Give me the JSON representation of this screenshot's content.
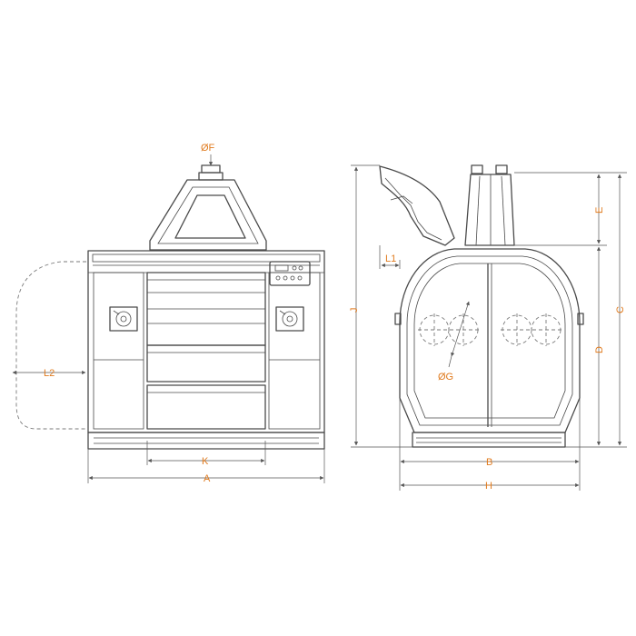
{
  "labels": {
    "F": "ØF",
    "L2": "L2",
    "K": "K",
    "A": "A",
    "L1": "L1",
    "J": "J",
    "E": "E",
    "C": "C",
    "D": "D",
    "G": "ØG",
    "B": "B",
    "H": "H"
  },
  "colors": {
    "label": "#e07b1f",
    "outline": "#4a4a4a"
  }
}
